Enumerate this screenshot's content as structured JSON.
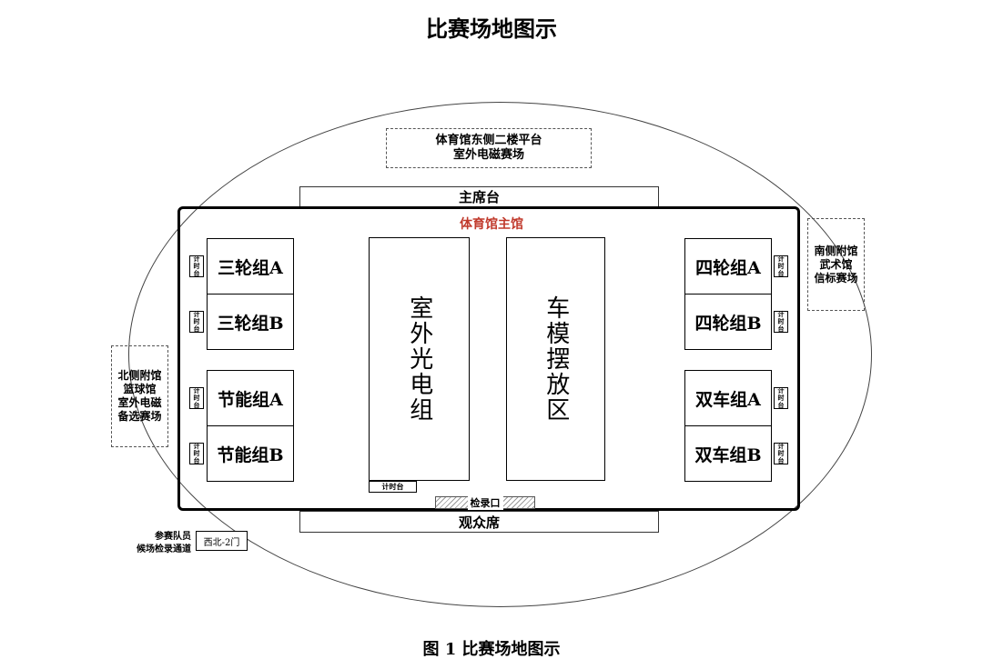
{
  "title": "比赛场地图示",
  "caption": "图 1  比赛场地图示",
  "top_venue": {
    "line1": "体育馆东侧二楼平台",
    "line2": "室外电磁赛场"
  },
  "right_venue": {
    "line1": "南侧附馆",
    "line2": "武术馆",
    "line3": "信标赛场"
  },
  "left_venue": {
    "line1": "北侧附馆",
    "line2": "篮球馆",
    "line3": "室外电磁",
    "line4": "备选赛场"
  },
  "main_stand": "主席台",
  "audience_stand": "观众席",
  "hall_label": "体育馆主馆",
  "hall_label_color": "#c0392b",
  "timer": {
    "l1": "计",
    "l2": "时",
    "l3": "台"
  },
  "timer_full": "计时台",
  "left_groups": [
    "三轮组A",
    "三轮组B",
    "节能组A",
    "节能组B"
  ],
  "right_groups": [
    "四轮组A",
    "四轮组B",
    "双车组A",
    "双车组B"
  ],
  "zone_optical": "室外光电组",
  "zone_models": "车模摆放区",
  "checkin": "检录口",
  "waiting": {
    "line1": "参赛队员",
    "line2": "候场检录通道"
  },
  "gate": "西北-2门"
}
